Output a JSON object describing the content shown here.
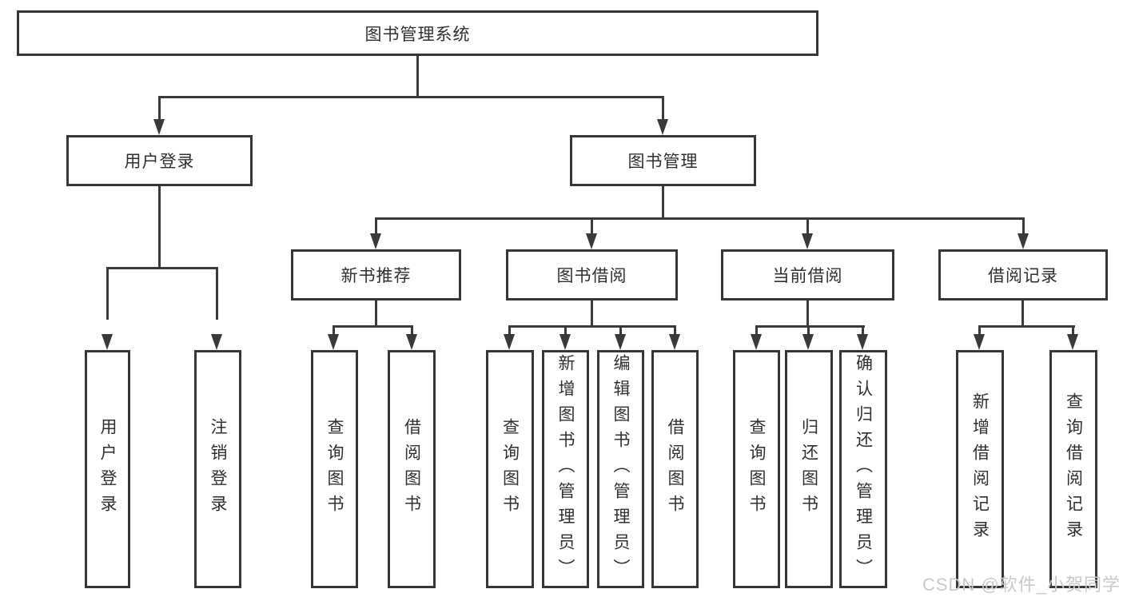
{
  "watermark": {
    "text": "CSDN @软件_小贺同学"
  },
  "colors": {
    "line": "#3a3a3a",
    "box_border": "#363636",
    "background": "#ffffff",
    "watermark": "#c9c9c9"
  },
  "tree": {
    "root": {
      "label": "图书管理系统"
    },
    "branches": [
      {
        "label": "用户登录",
        "children": [
          {
            "label": "用户登录"
          },
          {
            "label": "注销登录"
          }
        ]
      },
      {
        "label": "图书管理",
        "children": [
          {
            "label": "新书推荐",
            "children": [
              {
                "label": "查询图书"
              },
              {
                "label": "借阅图书"
              }
            ]
          },
          {
            "label": "图书借阅",
            "children": [
              {
                "label": "查询图书"
              },
              {
                "label": "新增图书（管理员）"
              },
              {
                "label": "编辑图书（管理员）"
              },
              {
                "label": "借阅图书"
              }
            ]
          },
          {
            "label": "当前借阅",
            "children": [
              {
                "label": "查询图书"
              },
              {
                "label": "归还图书"
              },
              {
                "label": "确认归还（管理员）"
              }
            ]
          },
          {
            "label": "借阅记录",
            "children": [
              {
                "label": "新增借阅记录"
              },
              {
                "label": "查询借阅记录"
              }
            ]
          }
        ]
      }
    ]
  }
}
